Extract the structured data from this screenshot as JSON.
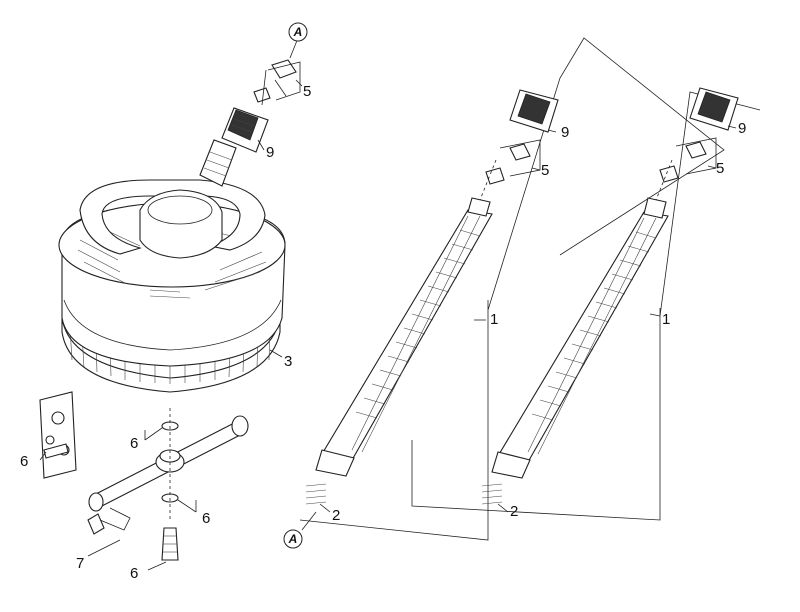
{
  "labels": {
    "ref_top_a": "A",
    "ref_bottom_a": "A",
    "p5_left": "5",
    "p9_left": "9",
    "p3": "3",
    "p6_a": "6",
    "p6_b": "6",
    "p6_c": "6",
    "p6_d": "6",
    "p7": "7",
    "p9_mid": "9",
    "p5_mid": "5",
    "p1_mid": "1",
    "p2_mid": "2",
    "p9_right": "9",
    "p5_right": "5",
    "p1_right": "1",
    "p2_right": "2"
  }
}
